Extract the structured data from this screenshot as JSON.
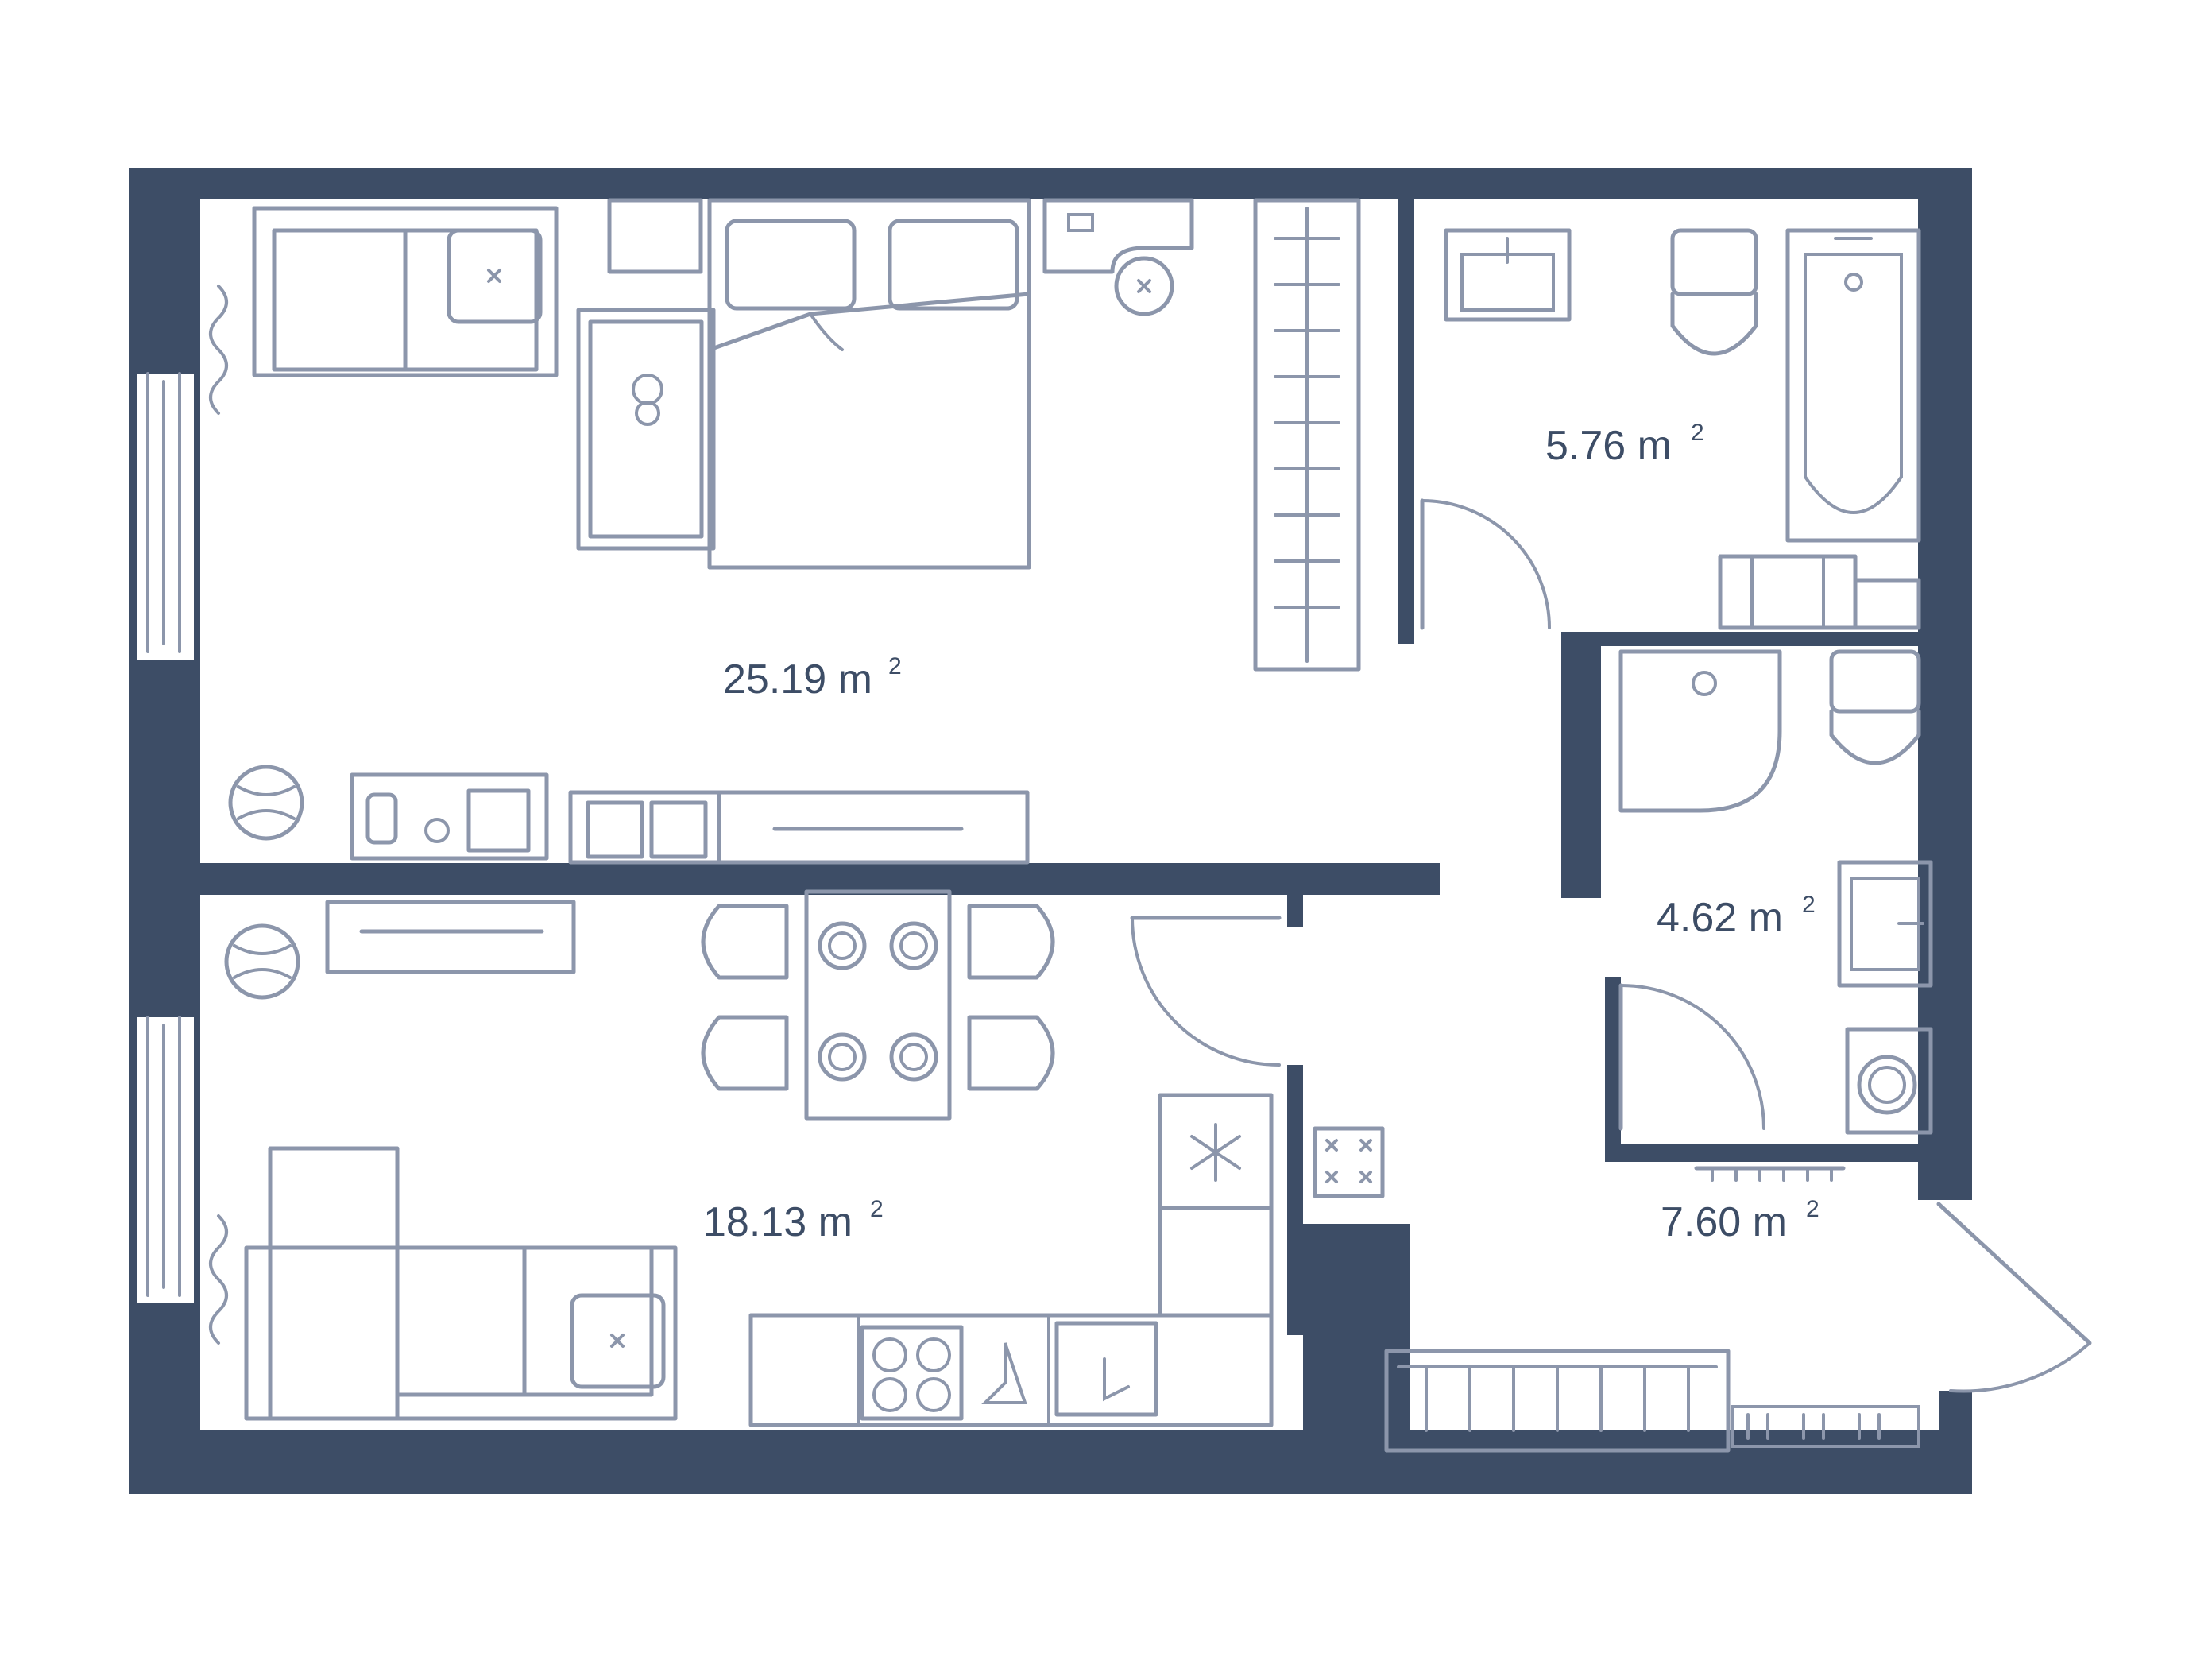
{
  "colors": {
    "wall": "#3d4d66",
    "furniture": "#8c96ab",
    "background": "#ffffff"
  },
  "rooms": [
    {
      "id": "bedroom-living",
      "value": "25.19",
      "unit": "m",
      "sup": "2"
    },
    {
      "id": "bathroom",
      "value": "5.76",
      "unit": "m",
      "sup": "2"
    },
    {
      "id": "shower-room",
      "value": "4.62",
      "unit": "m",
      "sup": "2"
    },
    {
      "id": "kitchen-living",
      "value": "18.13",
      "unit": "m",
      "sup": "2"
    },
    {
      "id": "hallway",
      "value": "7.60",
      "unit": "m",
      "sup": "2"
    }
  ],
  "icons": [
    "sofa-icon",
    "bed-icon",
    "crib-icon",
    "wardrobe-icon",
    "sink-icon",
    "toilet-icon",
    "bathtub-icon",
    "shower-icon",
    "washing-machine-icon",
    "table-icon",
    "chair-icon",
    "stove-icon",
    "fridge-icon",
    "plant-icon",
    "window-icon",
    "door-icon"
  ]
}
